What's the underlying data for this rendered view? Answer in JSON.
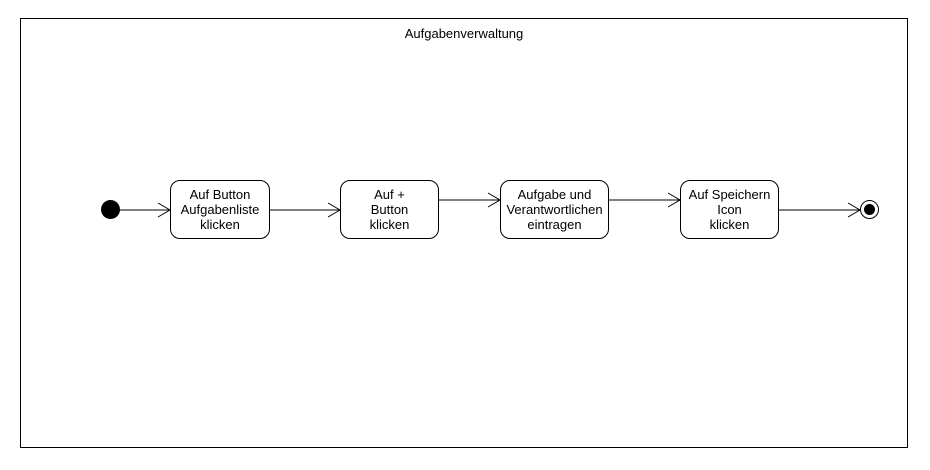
{
  "diagram": {
    "title": "Aufgabenverwaltung",
    "states": [
      {
        "label": "Auf Button\nAufgabenliste\nklicken"
      },
      {
        "label": "Auf +\nButton\nklicken"
      },
      {
        "label": "Aufgabe und\nVerantwortlichen\neintragen"
      },
      {
        "label": "Auf Speichern\nIcon\nklicken"
      }
    ]
  }
}
